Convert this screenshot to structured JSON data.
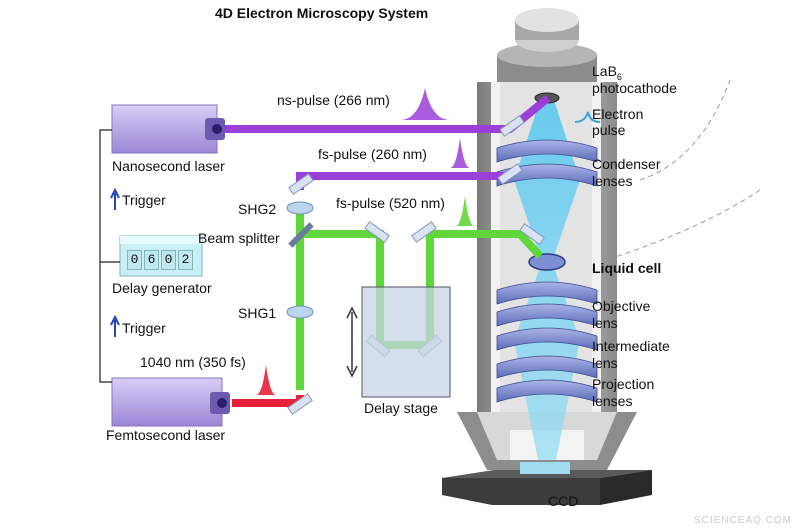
{
  "title": "4D Electron Microscopy System",
  "labels": {
    "ns_pulse": "ns-pulse (266 nm)",
    "fs_pulse_260": "fs-pulse (260 nm)",
    "fs_pulse_520": "fs-pulse (520 nm)",
    "nanosecond_laser": "Nanosecond laser",
    "trigger_top": "Trigger",
    "trigger_bottom": "Trigger",
    "shg2": "SHG2",
    "shg1": "SHG1",
    "beam_splitter": "Beam splitter",
    "delay_generator": "Delay generator",
    "pulse_1040": "1040 nm (350 fs)",
    "femtosecond_laser": "Femtosecond laser",
    "delay_stage": "Delay stage",
    "lab6_main": "LaB",
    "lab6_sub": "6",
    "photocathode": "photocathode",
    "electron": "Electron",
    "pulse": "pulse",
    "condenser": "Condenser",
    "condenser_lenses": "lenses",
    "liquid_cell": "Liquid cell",
    "objective": "Objective",
    "objective_lens": "lens",
    "intermediate": "Intermediate",
    "intermediate_lens": "lens",
    "projection": "Projection",
    "projection_lenses": "lenses",
    "ccd": "CCD"
  },
  "delay_display": [
    "0",
    "6",
    "0",
    "2"
  ],
  "watermark": "SCIENCEAQ.COM",
  "colors": {
    "uv_beam": "#9b3fd8",
    "green_beam": "#5fd639",
    "red_beam": "#e8203a",
    "electron_beam": "#5bc8ef",
    "laser_box": "#b9a4e6"
  }
}
